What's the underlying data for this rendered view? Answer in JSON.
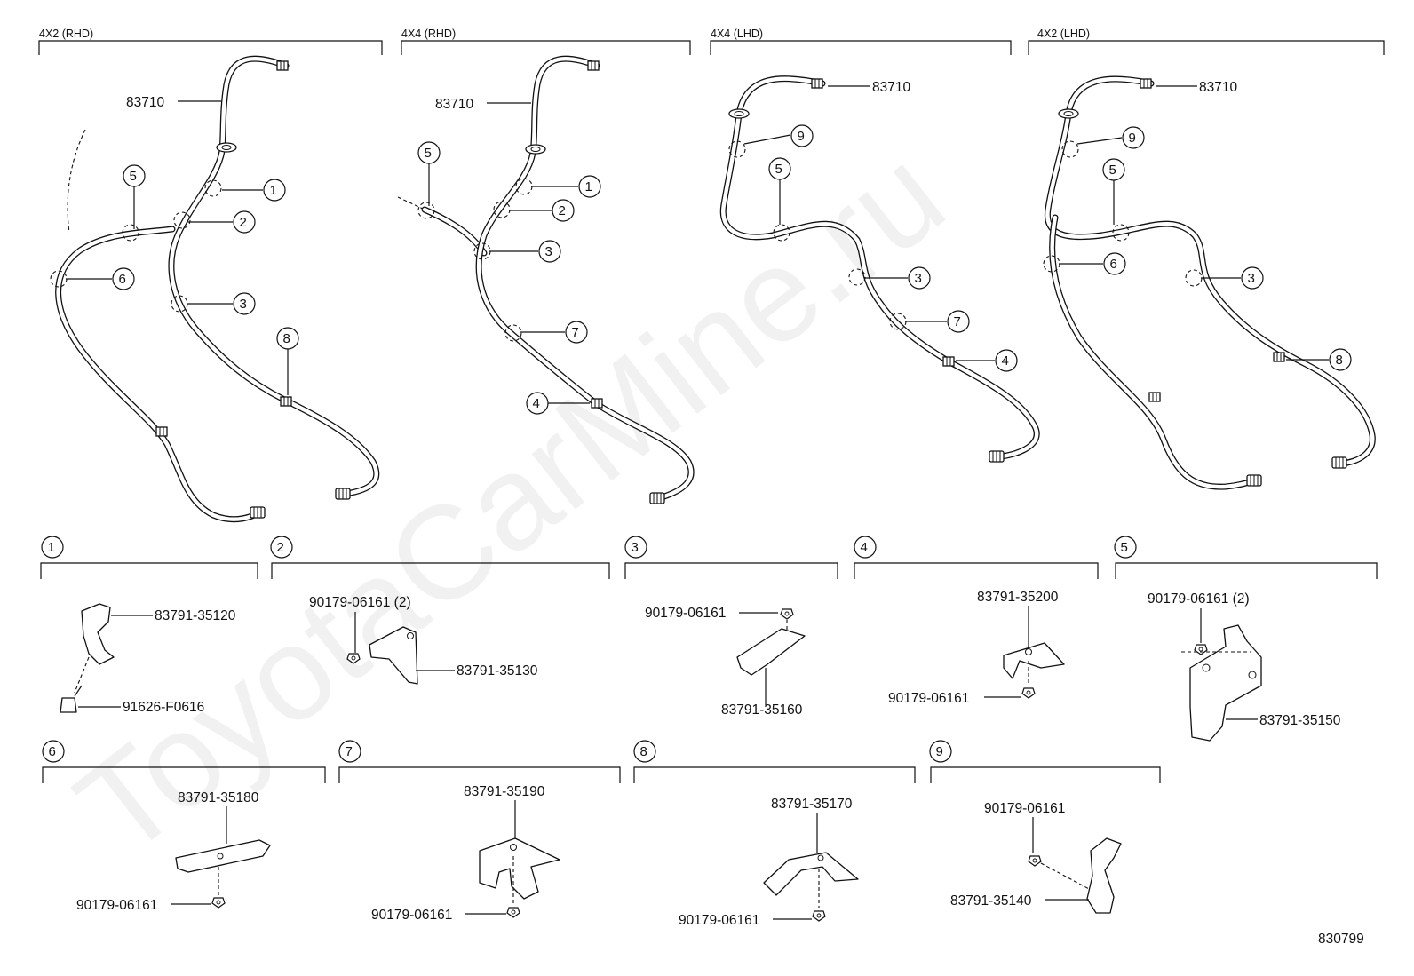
{
  "title_code": "830799",
  "watermark": "ToyotaCarMine.ru",
  "panels": [
    {
      "id": "p1",
      "header": "4X2 (RHD)",
      "part": "83710"
    },
    {
      "id": "p2",
      "header": "4X4 (RHD)",
      "part": "83710"
    },
    {
      "id": "p3",
      "header": "4X4 (LHD)",
      "part": "83710"
    },
    {
      "id": "p4",
      "header": "4X2 (LHD)",
      "part": "83710"
    }
  ],
  "callouts": [
    "1",
    "2",
    "3",
    "4",
    "5",
    "6",
    "7",
    "8",
    "9"
  ],
  "details": [
    {
      "n": "1",
      "parts": [
        "83791-35120",
        "91626-F0616"
      ]
    },
    {
      "n": "2",
      "parts": [
        "90179-06161 (2)",
        "83791-35130"
      ]
    },
    {
      "n": "3",
      "parts": [
        "90179-06161",
        "83791-35160"
      ]
    },
    {
      "n": "4",
      "parts": [
        "83791-35200",
        "90179-06161"
      ]
    },
    {
      "n": "5",
      "parts": [
        "90179-06161 (2)",
        "83791-35150"
      ]
    },
    {
      "n": "6",
      "parts": [
        "83791-35180",
        "90179-06161"
      ]
    },
    {
      "n": "7",
      "parts": [
        "83791-35190",
        "90179-06161"
      ]
    },
    {
      "n": "8",
      "parts": [
        "83791-35170",
        "90179-06161"
      ]
    },
    {
      "n": "9",
      "parts": [
        "90179-06161",
        "83791-35140"
      ]
    }
  ]
}
